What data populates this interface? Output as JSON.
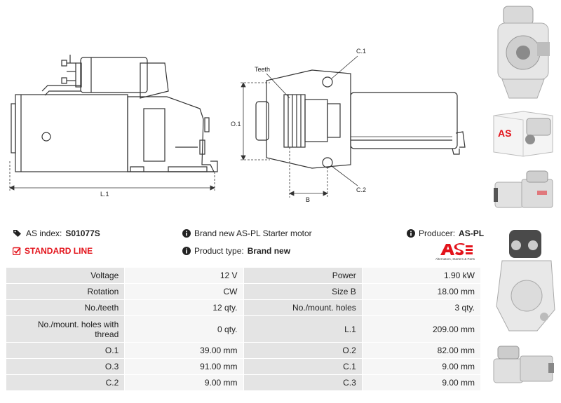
{
  "drawing": {
    "label_l1": "L.1",
    "label_teeth": "Teeth",
    "label_o1": "O.1",
    "label_b": "B",
    "label_c1": "C.1",
    "label_c2": "C.2"
  },
  "info": {
    "as_index_label": "AS index:",
    "as_index_value": "S01077S",
    "standard_line": "STANDARD LINE",
    "brand_text": "Brand new AS-PL Starter motor",
    "product_type_label": "Product type:",
    "product_type_value": "Brand new",
    "producer_label": "Producer:",
    "producer_value": "AS-PL"
  },
  "logo": {
    "mark": "AS",
    "subtitle": "Alternators, Starters & Parts",
    "color": "#e3131b"
  },
  "specs": [
    {
      "l1": "Voltage",
      "v1": "12 V",
      "l2": "Power",
      "v2": "1.90 kW"
    },
    {
      "l1": "Rotation",
      "v1": "CW",
      "l2": "Size B",
      "v2": "18.00 mm"
    },
    {
      "l1": "No./teeth",
      "v1": "12 qty.",
      "l2": "No./mount. holes",
      "v2": "3 qty."
    },
    {
      "l1": "No./mount. holes with thread",
      "v1": "0 qty.",
      "l2": "L.1",
      "v2": "209.00 mm"
    },
    {
      "l1": "O.1",
      "v1": "39.00 mm",
      "l2": "O.2",
      "v2": "82.00 mm"
    },
    {
      "l1": "O.3",
      "v1": "91.00 mm",
      "l2": "C.1",
      "v2": "9.00 mm"
    },
    {
      "l1": "C.2",
      "v1": "9.00 mm",
      "l2": "C.3",
      "v2": "9.00 mm"
    }
  ]
}
